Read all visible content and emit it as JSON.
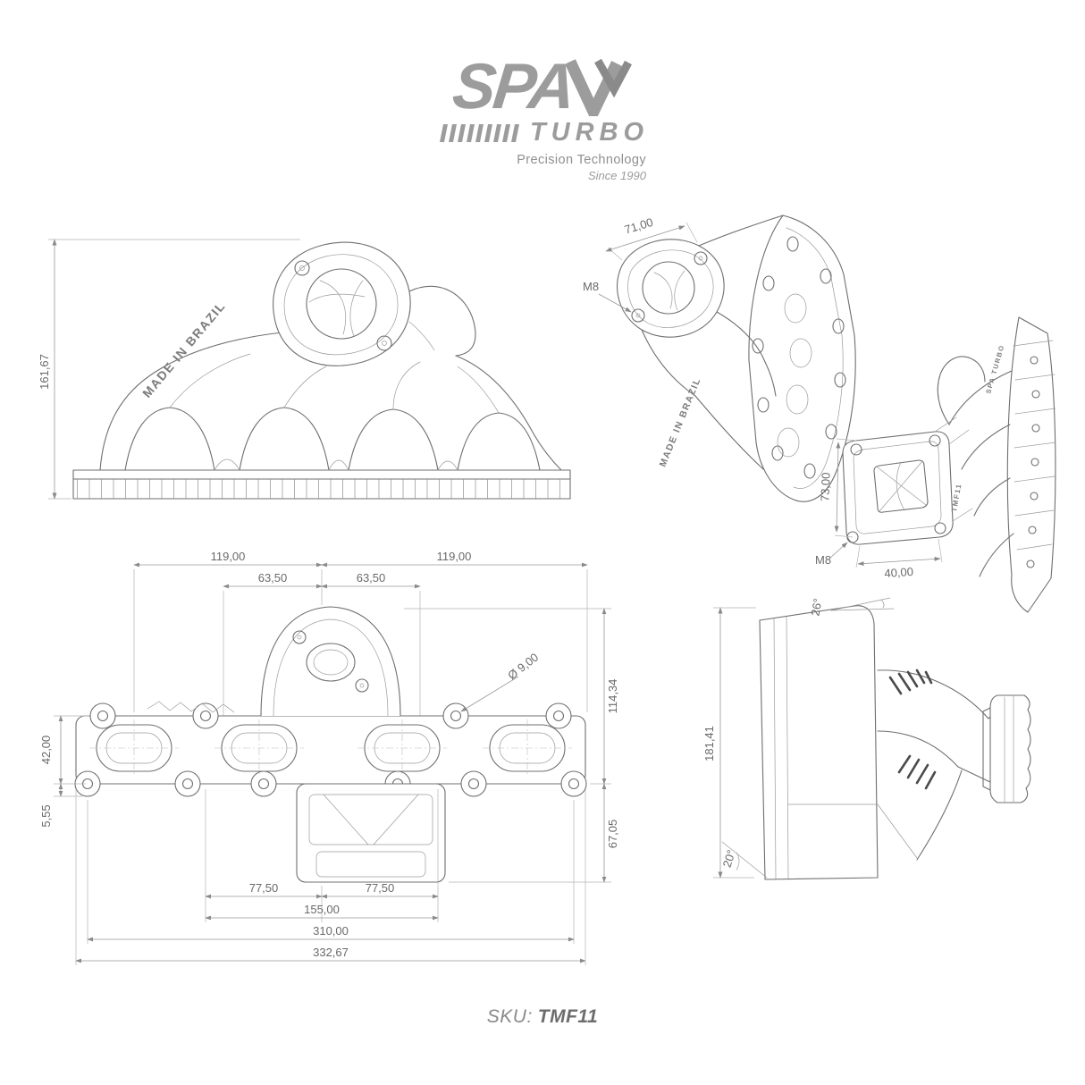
{
  "header": {
    "brand_main": "SPA",
    "brand_sub": "TURBO",
    "tagline": "Precision Technology",
    "since": "Since 1990"
  },
  "side_view": {
    "dim_height": "161,67",
    "made_in_brazil": "MADE IN BRAZIL"
  },
  "iso_back_view": {
    "dim_width": "71,00",
    "bolt_label": "M8",
    "made_in_brazil": "MADE IN BRAZIL"
  },
  "iso_front_view": {
    "dim_flange_height": "73,00",
    "bolt_label": "M8",
    "dim_flange_width": "40,00",
    "brand_mark": "SPA TURBO",
    "sku_mark": "TMF11"
  },
  "top_view": {
    "dim_left_119": "119,00",
    "dim_left_63": "63,50",
    "dim_right_63": "63,50",
    "dim_right_119": "119,00",
    "dim_height_114": "114,34",
    "dim_hole_dia": "Ø 9,00",
    "dim_42": "42,00",
    "dim_5": "5,55",
    "dim_67": "67,05",
    "dim_77_left": "77,50",
    "dim_77_right": "77,50",
    "dim_155": "155,00",
    "dim_310": "310,00",
    "dim_332": "332,67"
  },
  "end_view": {
    "angle_top": "26°",
    "dim_height": "181,41",
    "angle_bottom": "20°"
  },
  "footer": {
    "sku_label": "SKU:",
    "sku_value": "TMF11"
  }
}
